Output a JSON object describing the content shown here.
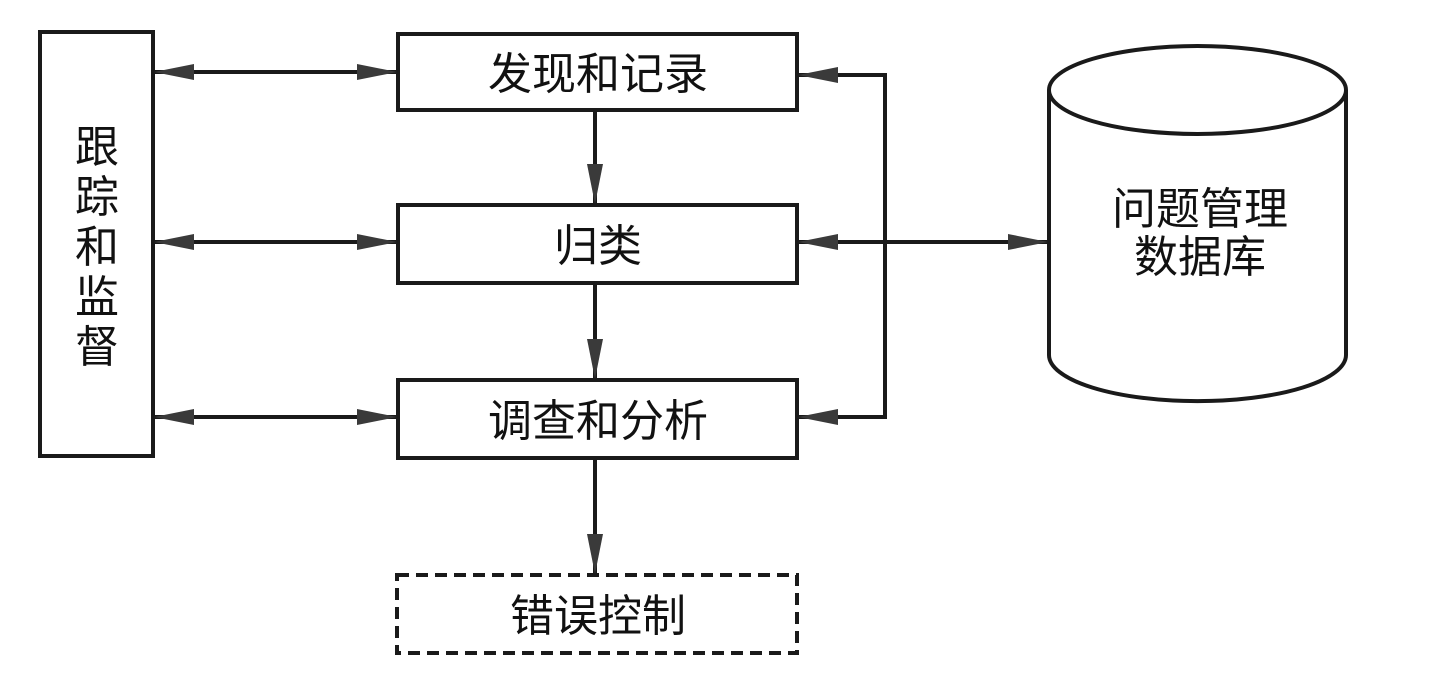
{
  "diagram": {
    "type": "flowchart",
    "colors": {
      "stroke": "#1a1a1a",
      "arrow_head": "#3a3a3a",
      "background": "#ffffff"
    },
    "nodes": {
      "tracking": {
        "label": "跟踪和监督",
        "chars": [
          "跟",
          "踪",
          "和",
          "监",
          "督"
        ],
        "shape": "rectangle",
        "orientation": "vertical"
      },
      "discover": {
        "label": "发现和记录",
        "shape": "rectangle"
      },
      "classify": {
        "label": "归类",
        "shape": "rectangle"
      },
      "investigate": {
        "label": "调查和分析",
        "shape": "rectangle"
      },
      "error_control": {
        "label": "错误控制",
        "shape": "dashed-rectangle"
      },
      "database": {
        "label_lines": [
          "问题管理",
          "数据库"
        ],
        "shape": "cylinder"
      }
    },
    "edges": [
      {
        "from": "tracking",
        "to": "discover",
        "direction": "both"
      },
      {
        "from": "tracking",
        "to": "classify",
        "direction": "both"
      },
      {
        "from": "tracking",
        "to": "investigate",
        "direction": "both"
      },
      {
        "from": "discover",
        "to": "classify",
        "direction": "forward"
      },
      {
        "from": "classify",
        "to": "investigate",
        "direction": "forward"
      },
      {
        "from": "investigate",
        "to": "error_control",
        "direction": "forward"
      },
      {
        "from": "database",
        "to": "classify",
        "direction": "both"
      },
      {
        "from": "database",
        "to": "discover",
        "direction": "forward",
        "via": "bus"
      },
      {
        "from": "database",
        "to": "investigate",
        "direction": "forward",
        "via": "bus"
      }
    ]
  }
}
